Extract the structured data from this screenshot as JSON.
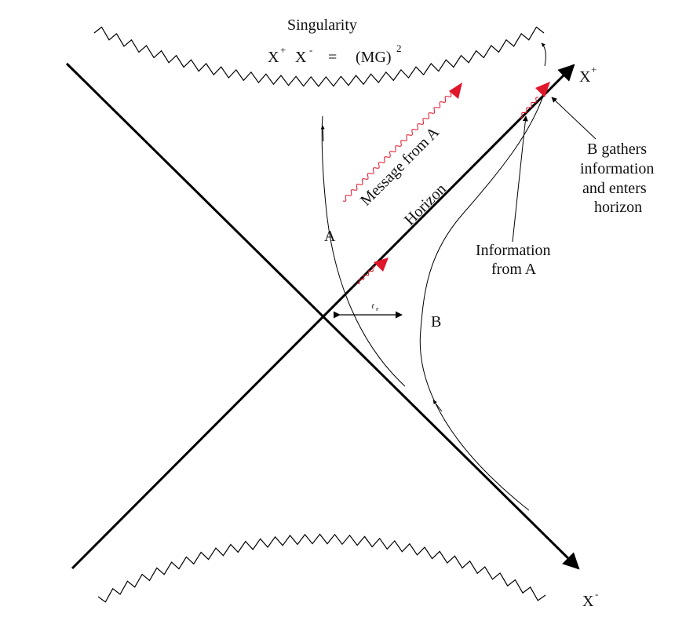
{
  "labels": {
    "singularity": "Singularity",
    "eq_xplus": "X",
    "eq_plus_sup": "+",
    "eq_xminus": "X",
    "eq_minus_sup": "-",
    "eq_equals": "=",
    "eq_mg": "(MG)",
    "eq_exp": "2",
    "axis_xplus": "X",
    "axis_xplus_sup": "+",
    "axis_xminus": "X",
    "axis_xminus_sup": "-",
    "horizon": "Horizon",
    "message": "Message  from  A",
    "a": "A",
    "b": "B",
    "lp": "ℓ",
    "lp_sub": "P",
    "info_line1": "Information",
    "info_line2": "from  A",
    "bgather_line1": "B  gathers",
    "bgather_line2": "information",
    "bgather_line3": "and  enters",
    "bgather_line4": "horizon"
  },
  "colors": {
    "line": "#000000",
    "message": "#e0162b"
  }
}
